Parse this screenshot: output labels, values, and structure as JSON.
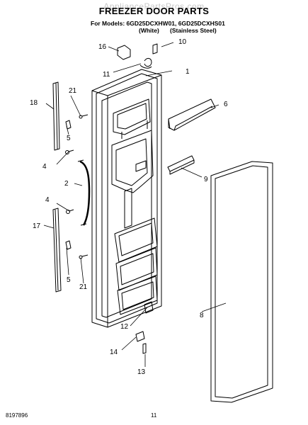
{
  "header": {
    "watermark": "AppliancePartsPros.com",
    "title": "FREEZER DOOR PARTS",
    "models_line": "For Models: 6GD25DCXHW01, 6GD25DCXHS01",
    "variant_white": "(White)",
    "variant_stainless": "(Stainless Steel)"
  },
  "callouts": [
    {
      "id": "c1",
      "label": "1"
    },
    {
      "id": "c2",
      "label": "2"
    },
    {
      "id": "c4a",
      "label": "4"
    },
    {
      "id": "c4b",
      "label": "4"
    },
    {
      "id": "c5a",
      "label": "5"
    },
    {
      "id": "c5b",
      "label": "5"
    },
    {
      "id": "c6",
      "label": "6"
    },
    {
      "id": "c8",
      "label": "8"
    },
    {
      "id": "c9",
      "label": "9"
    },
    {
      "id": "c10",
      "label": "10"
    },
    {
      "id": "c11",
      "label": "11"
    },
    {
      "id": "c12",
      "label": "12"
    },
    {
      "id": "c13",
      "label": "13"
    },
    {
      "id": "c14",
      "label": "14"
    },
    {
      "id": "c16",
      "label": "16"
    },
    {
      "id": "c17",
      "label": "17"
    },
    {
      "id": "c18",
      "label": "18"
    },
    {
      "id": "c21a",
      "label": "21"
    },
    {
      "id": "c21b",
      "label": "21"
    }
  ],
  "footer": {
    "doc_number": "8197896",
    "page_number": "11"
  }
}
